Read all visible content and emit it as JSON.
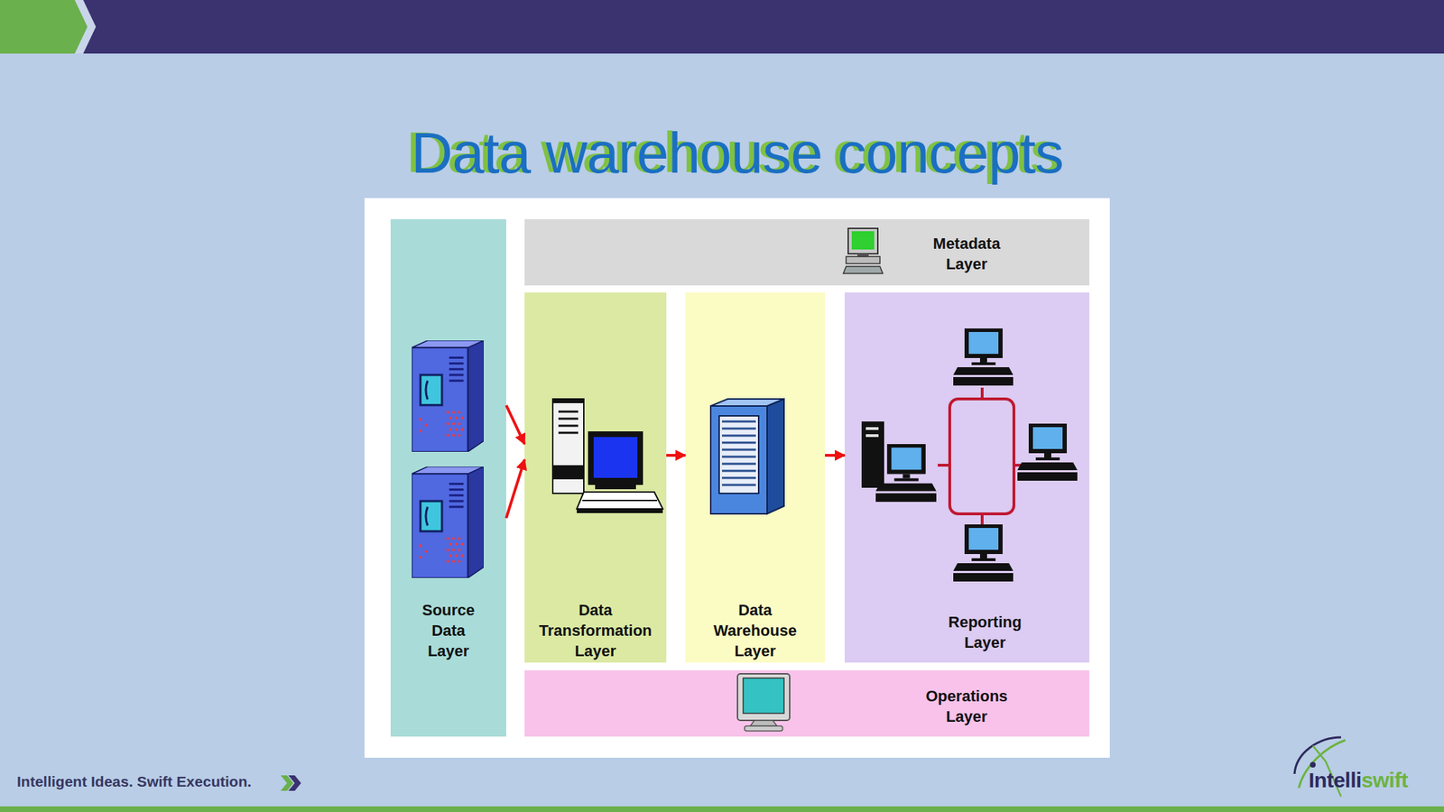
{
  "diagram": {
    "title": "Data warehouse concepts",
    "nodes": [
      {
        "text": [
          "Source Data Layer"
        ]
      },
      {
        "text": [
          "Metadata Layer"
        ]
      },
      {
        "text": [
          "Data Transformation Layer"
        ]
      },
      {
        "text": [
          "Data Warehouse Layer"
        ]
      },
      {
        "text": [
          "Reporting Layer"
        ]
      },
      {
        "text": [
          "Operations Layer"
        ]
      }
    ],
    "edges": [
      {
        "from": 0,
        "to": 2,
        "arrow": "to"
      },
      {
        "from": 0,
        "to": 2,
        "arrow": "to"
      },
      {
        "from": 2,
        "to": 3,
        "arrow": "to"
      },
      {
        "from": 3,
        "to": 4,
        "arrow": "to"
      }
    ],
    "labels": [
      "Intelligent Ideas. Swift Execution.",
      "Intelli",
      "swift"
    ]
  }
}
